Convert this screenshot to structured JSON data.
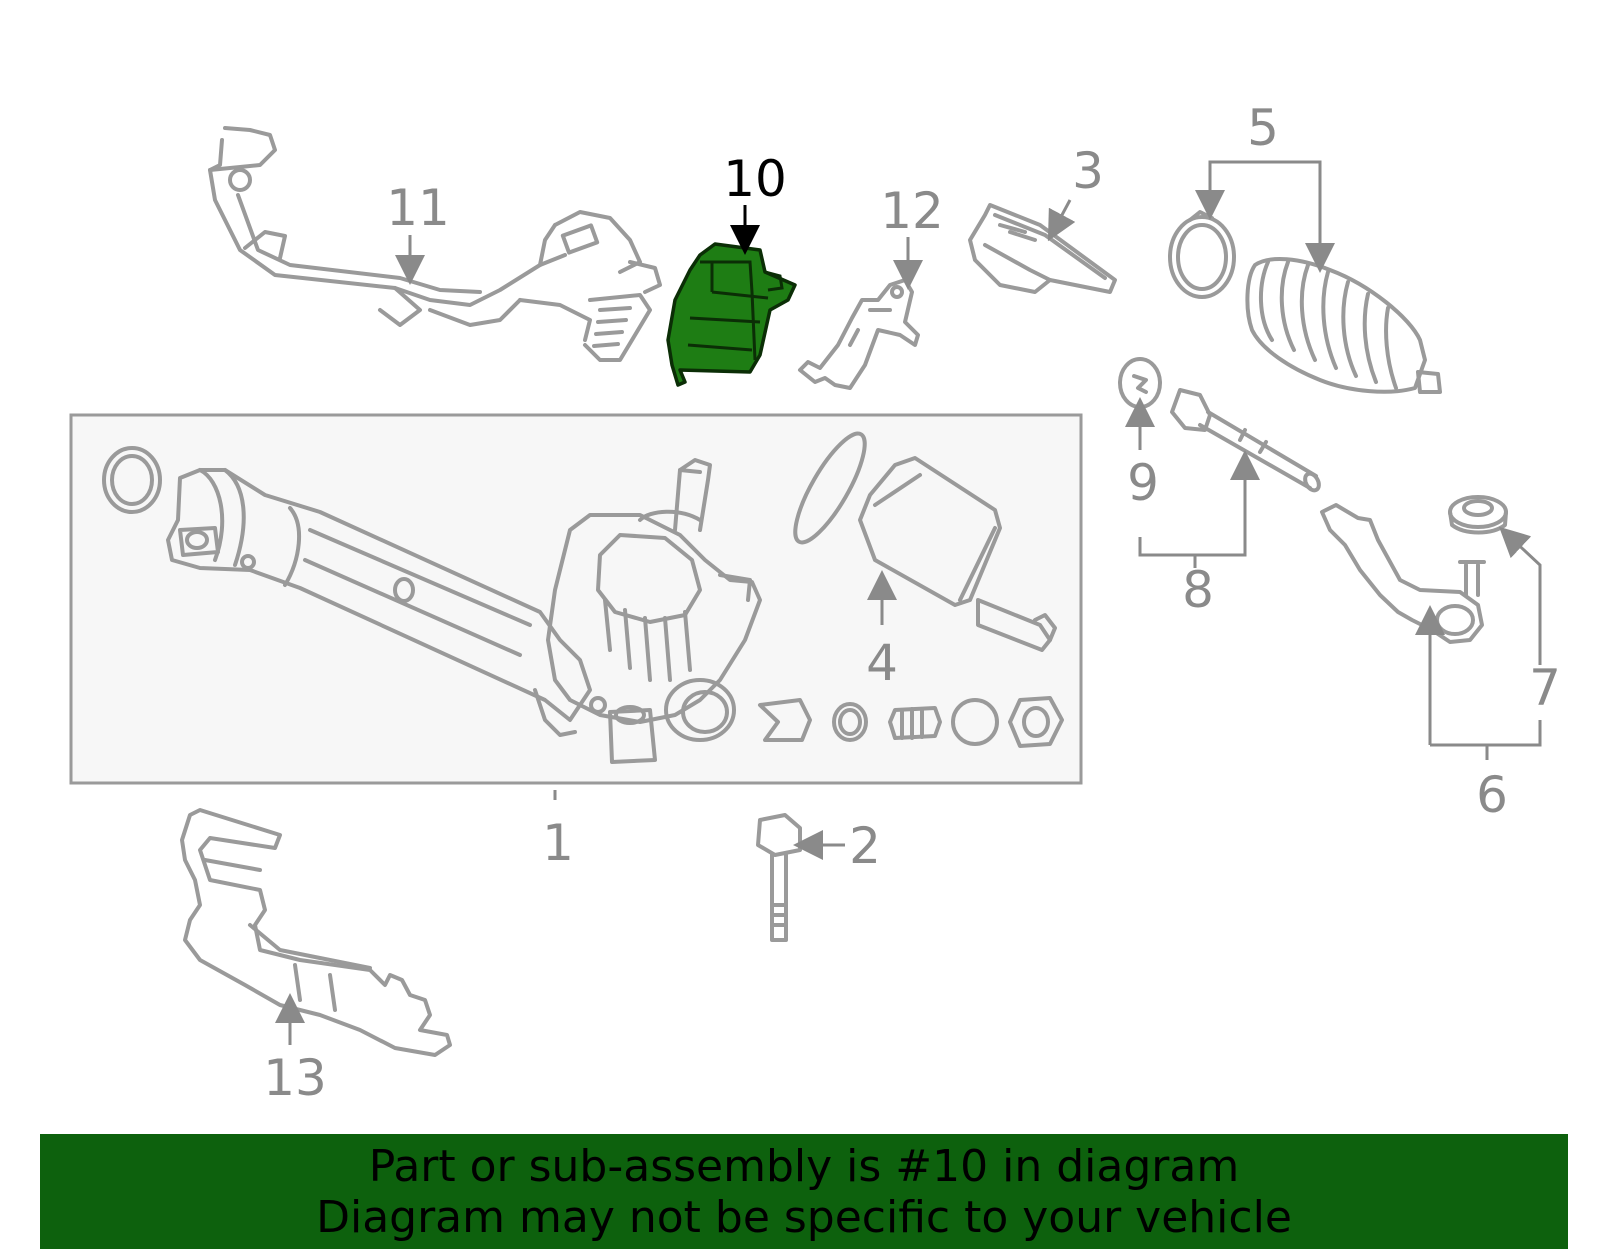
{
  "colors": {
    "highlight_fill": "#1e7d14",
    "highlight_stroke": "#0b2e06",
    "part_stroke": "#9a9a9a",
    "label_gray": "#8a8a8a",
    "assembly_box_fill": "#f7f7f7",
    "banner_bg": "#0d610d",
    "banner_text": "#000000"
  },
  "callouts": {
    "c1": "1",
    "c2": "2",
    "c3": "3",
    "c4": "4",
    "c5": "5",
    "c6": "6",
    "c7": "7",
    "c8": "8",
    "c9": "9",
    "c10": "10",
    "c11": "11",
    "c12": "12",
    "c13": "13"
  },
  "highlighted_part": "10",
  "banner": {
    "line1": "Part or sub-assembly is #10 in diagram",
    "line2": "Diagram may not be specific to your vehicle"
  }
}
